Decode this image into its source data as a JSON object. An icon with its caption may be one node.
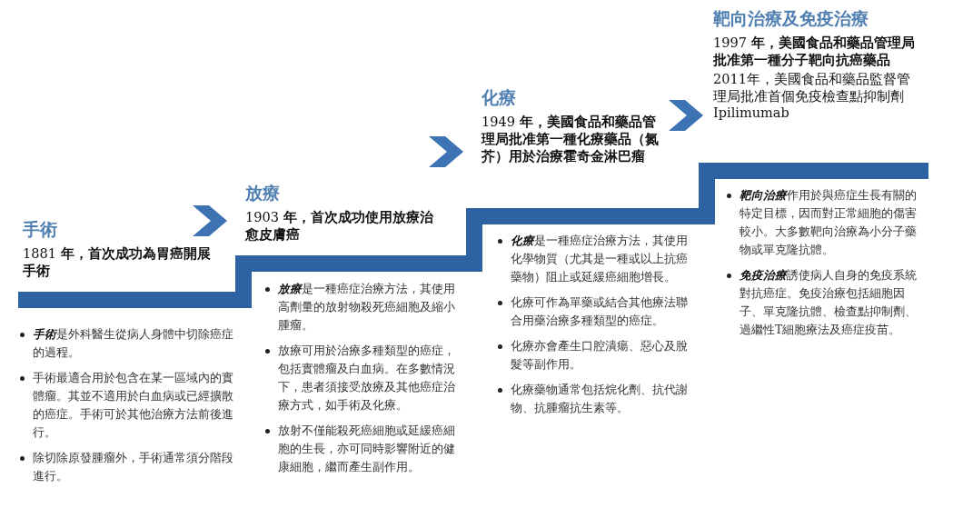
{
  "diagram": {
    "nodes": [
      {
        "text": [
          "手術",
          "1881 **年，首次成功為胃癌開展手術**"
        ]
      },
      {
        "text": [
          "放療",
          "1903 **年，首次成功使用放療治愈皮膚癌**"
        ]
      },
      {
        "text": [
          "化療",
          "1949 **年，美國食品和藥品管理局批准第一種化療藥品（氮芥）用於治療霍奇金淋巴瘤**"
        ]
      },
      {
        "text": [
          "靶向治療及免疫治療",
          "1997 **年，美國食品和藥品管理局批准第一種分子靶向抗癌藥品**",
          "2011年，美國食品和藥品監督管理局批准首個免疫檢查點抑制劑Ipilimumab"
        ]
      },
      {
        "text": [
          "**手術**是外科醫生從病人身體中切除癌症的過程。",
          "手術最適合用於包含在某一區域內的實體瘤。其並不適用於白血病或已經擴散的癌症。手術可於其他治療方法前後進行。",
          "除切除原發腫瘤外，手術通常須分階段進行。"
        ]
      },
      {
        "text": [
          "**放療**是一種癌症治療方法，其使用高劑量的放射物殺死癌細胞及縮小腫瘤。",
          "放療可用於治療多種類型的癌症，包括實體瘤及白血病。在多數情況下，患者須接受放療及其他癌症治療方式，如手術及化療。",
          "放射不僅能殺死癌細胞或延緩癌細胞的生長，亦可同時影響附近的健康細胞，繼而產生副作用。"
        ]
      },
      {
        "text": [
          "**化療**是一種癌症治療方法，其使用化學物質（尤其是一種或以上抗癌藥物）阻止或延緩癌細胞增長。",
          "化療可作為單藥或結合其他療法聯合用藥治療多種類型的癌症。",
          "化療亦會產生口腔潰瘍、惡心及脫髮等副作用。",
          "化療藥物通常包括烷化劑、抗代謝物、抗腫瘤抗生素等。"
        ]
      },
      {
        "text": [
          "**靶向治療**作用於與癌症生長有關的特定目標，因而對正常細胞的傷害較小。大多數靶向治療為小分子藥物或單克隆抗體。",
          "**免疫治療**誘使病人自身的免疫系統對抗癌症。免疫治療包括細胞因子、單克隆抗體、檢查點抑制劑、過繼性T細胞療法及癌症疫苗。"
        ]
      }
    ],
    "edges": [
      {
        "from": 0,
        "to": 1,
        "arrow": "to"
      },
      {
        "from": 1,
        "to": 2,
        "arrow": "to"
      },
      {
        "from": 2,
        "to": 3,
        "arrow": "to"
      }
    ]
  }
}
